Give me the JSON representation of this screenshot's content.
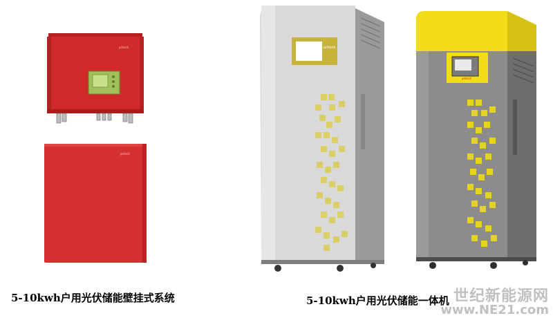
{
  "products": {
    "wall_system": {
      "caption": "5-10kwh户用光伏储能壁挂式系统",
      "inverter_brand": "pritech",
      "battery_brand": "pritech",
      "inverter_color": "#d12a2a",
      "screen_color": "#8bb84a"
    },
    "cabinet_system": {
      "caption": "5-10kwh户用光伏储能一体机",
      "grey_cabinet_brand": "pritech",
      "yellow_cabinet_brand": "pritech",
      "accent_color": "#f2dd18",
      "pattern_color": "#d9cf5a"
    }
  },
  "watermark": {
    "site_name": "世纪新能源网",
    "url": "www.NE21.com"
  }
}
